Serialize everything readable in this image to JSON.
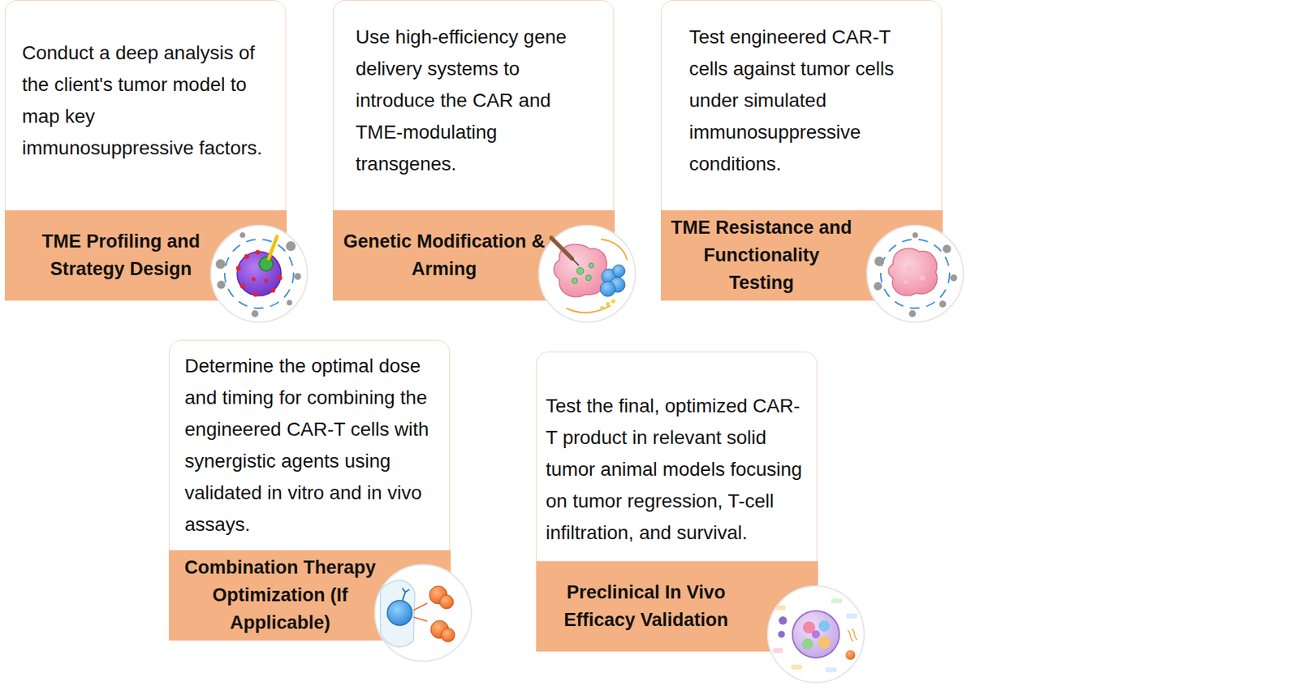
{
  "diagram": {
    "nodes": [
      {
        "text": [
          "Conduct a deep analysis of the client's tumor model to map key immunosuppressive factors.",
          "TME Profiling and Strategy Design"
        ]
      },
      {
        "text": [
          "Use high-efficiency gene delivery systems to introduce the CAR and TME-modulating transgenes.",
          "Genetic Modification & Arming"
        ]
      },
      {
        "text": [
          "Test engineered CAR-T cells against tumor cells under simulated immunosuppressive conditions.",
          "TME Resistance and Functionality Testing"
        ]
      },
      {
        "text": [
          "Determine the optimal dose and timing for combining the engineered CAR-T cells with synergistic agents using validated in vitro and in vivo assays.",
          "Combination Therapy Optimization (If Applicable)"
        ]
      },
      {
        "text": [
          "Test the final, optimized CAR-T product in relevant solid tumor animal models focusing on tumor regression, T-cell infiltration, and survival.",
          "Preclinical In Vivo Efficacy Validation"
        ]
      }
    ]
  }
}
